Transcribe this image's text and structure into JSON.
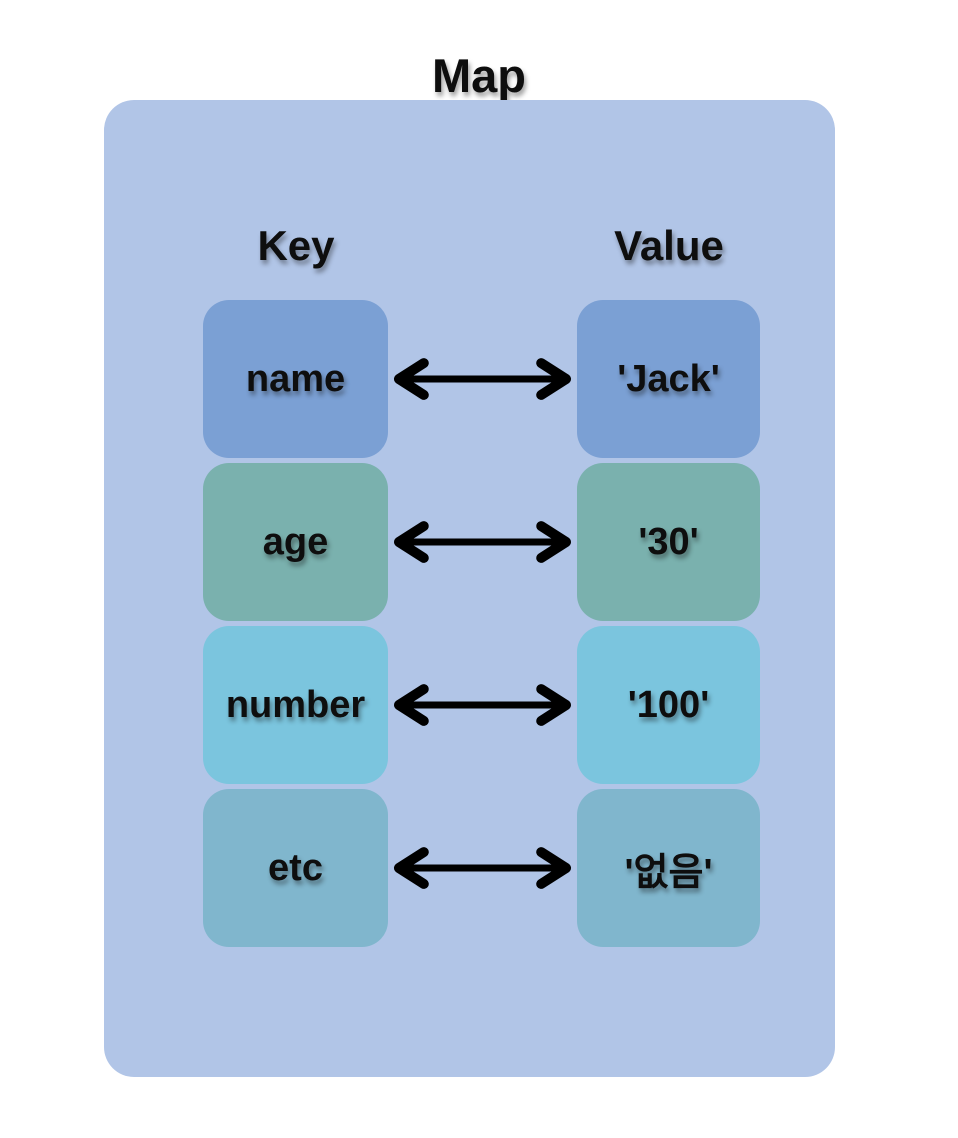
{
  "title": "Map",
  "diagram": {
    "key_header": "Key",
    "value_header": "Value",
    "container_color": "#b1c5e7",
    "arrow_color": "#000000",
    "arrow_icon": "double-headed-arrow",
    "rows": [
      {
        "key": "name",
        "value": "'Jack'",
        "color": "#7ba0d4"
      },
      {
        "key": "age",
        "value": "'30'",
        "color": "#7ab1ae"
      },
      {
        "key": "number",
        "value": "'100'",
        "color": "#7bc5de"
      },
      {
        "key": "etc",
        "value": "'없음'",
        "color": "#80b6cd"
      }
    ]
  }
}
